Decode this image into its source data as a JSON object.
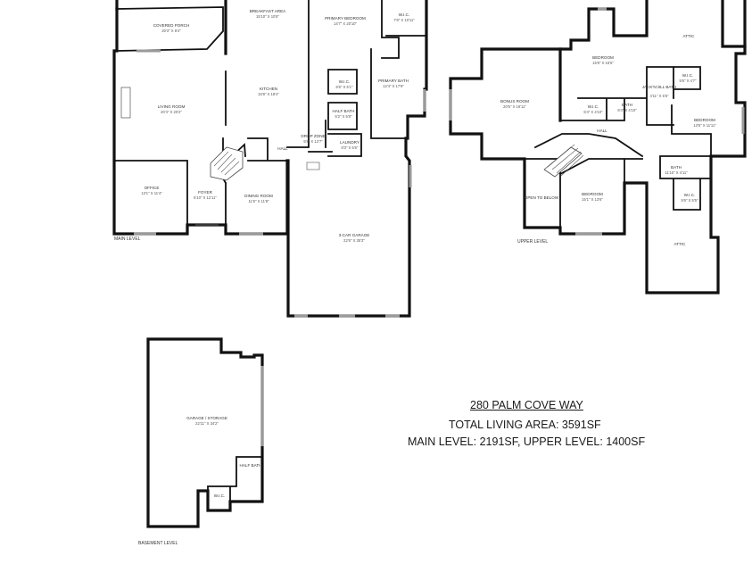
{
  "info": {
    "address": "280 PALM COVE WAY",
    "total_area": "TOTAL LIVING AREA: 3591SF",
    "levels_area": "MAIN LEVEL: 2191SF, UPPER LEVEL: 1400SF"
  },
  "levels": {
    "main": "MAIN LEVEL",
    "upper": "UPPER LEVEL",
    "basement": "BASEMENT LEVEL"
  },
  "main_rooms": {
    "covered_porch": {
      "name": "COVERED PORCH",
      "dim": "20'3\" X 8'4\""
    },
    "breakfast": {
      "name": "BREAKFAST AREA",
      "dim": "15'10\" X 10'6\""
    },
    "primary_bed": {
      "name": "PRIMARY BEDROOM",
      "dim": "14'7\" X 20'10\""
    },
    "wic_primary": {
      "name": "W.I.C.",
      "dim": "7'6\" X 10'11\""
    },
    "living": {
      "name": "LIVING ROOM",
      "dim": "20'4\" X 20'2\""
    },
    "kitchen": {
      "name": "KITCHEN",
      "dim": "15'8\" X 18'4\""
    },
    "wic_small": {
      "name": "W.I.C.",
      "dim": "6'6\" X 5'1\""
    },
    "primary_bath": {
      "name": "PRIMARY BATH",
      "dim": "12'4\" X 17'9\""
    },
    "half_bath": {
      "name": "HALF BATH",
      "dim": "5'2\" X 5'8\""
    },
    "drop_zone": {
      "name": "DROP ZONE",
      "dim": "5'8\" X 12'7\""
    },
    "laundry": {
      "name": "LAUNDRY",
      "dim": "8'3\" X 5'6\""
    },
    "hall": {
      "name": "HALL",
      "dim": ""
    },
    "office": {
      "name": "OFFICE",
      "dim": "13'1\" X 11'4\""
    },
    "foyer": {
      "name": "FOYER",
      "dim": "6'10\" X 12'11\""
    },
    "dining": {
      "name": "DINING ROOM",
      "dim": "11'6\" X 11'8\""
    },
    "garage": {
      "name": "3-CAR GARAGE",
      "dim": "22'6\" X 35'3\""
    }
  },
  "upper_rooms": {
    "bedroom1": {
      "name": "BEDROOM",
      "dim": "15'9\" X 16'5\""
    },
    "attic1": {
      "name": "ATTIC",
      "dim": ""
    },
    "bonus": {
      "name": "BONUS ROOM",
      "dim": "20'5\" X 19'11\""
    },
    "jack_bath": {
      "name": "JACK'N'JILL BATH",
      "dim": "4'11\" X 5'5\""
    },
    "wic_a": {
      "name": "W.I.C.",
      "dim": "5'6\" X 4'7\""
    },
    "wic_b": {
      "name": "W.I.C.",
      "dim": "5'4\" X 4'10\""
    },
    "bath_a": {
      "name": "BATH",
      "dim": "6'4\" X 4'10\""
    },
    "bedroom2": {
      "name": "BEDROOM",
      "dim": "13'5\" X 11'11\""
    },
    "hall": {
      "name": "HALL",
      "dim": ""
    },
    "bath_b": {
      "name": "BATH",
      "dim": "11'10\" X 4'11\""
    },
    "open_below": {
      "name": "OPEN TO BELOW",
      "dim": ""
    },
    "bedroom3": {
      "name": "BEDROOM",
      "dim": "15'1\" X 13'6\""
    },
    "wic_c": {
      "name": "W.I.C.",
      "dim": "5'6\" X 5'5\""
    },
    "attic2": {
      "name": "ATTIC",
      "dim": ""
    }
  },
  "basement_rooms": {
    "garage_storage": {
      "name": "GARAGE / STORAGE",
      "dim": "22'11\" X 34'2\""
    },
    "half_bath": {
      "name": "HALF BATH",
      "dim": ""
    },
    "wic": {
      "name": "W.I.C.",
      "dim": ""
    }
  }
}
